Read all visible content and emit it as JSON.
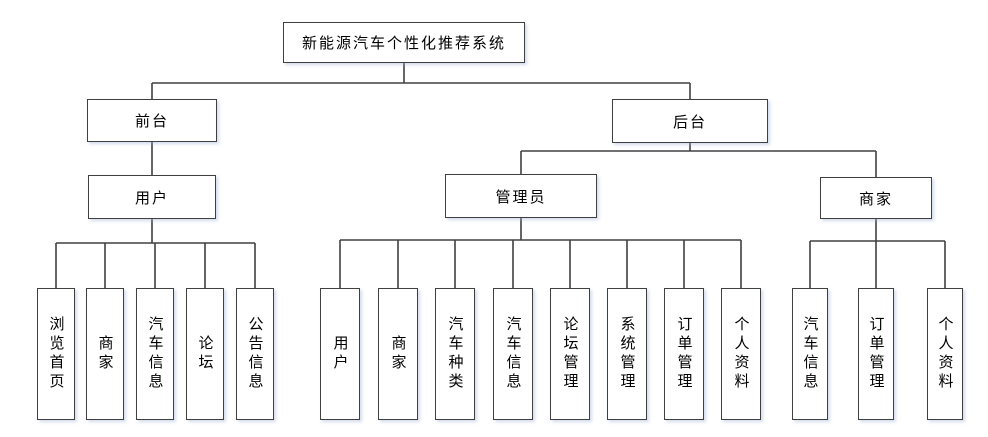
{
  "diagram": {
    "type": "tree",
    "root": "新能源汽车个性化推荐系统",
    "front": "前台",
    "back": "后台",
    "front_user": "用户",
    "admin": "管理员",
    "back_merchant": "商家",
    "front_children": [
      "浏览首页",
      "商家",
      "汽车信息",
      "论坛",
      "公告信息"
    ],
    "admin_children": [
      "用户",
      "商家",
      "汽车种类",
      "汽车信息",
      "论坛管理",
      "系统管理",
      "订单管理",
      "个人资料"
    ],
    "merchant_children": [
      "汽车信息",
      "订单管理",
      "个人资料"
    ]
  },
  "colors": {
    "line": "#404040",
    "box_border": "#404040",
    "box_fill": "#ffffff",
    "text": "#000000",
    "background": "#ffffff"
  }
}
